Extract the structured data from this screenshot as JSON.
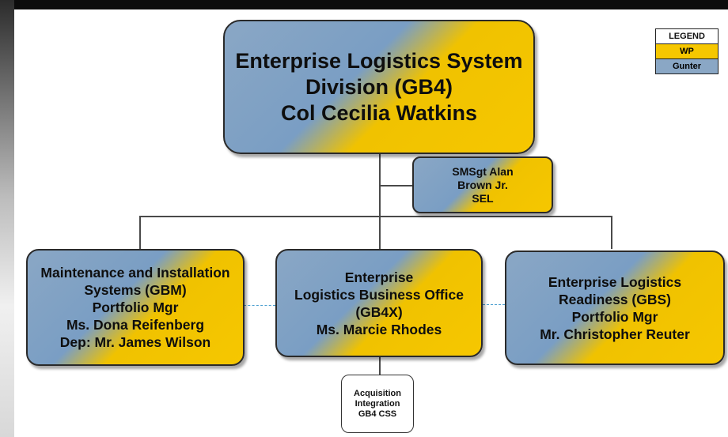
{
  "legend": {
    "title": "LEGEND",
    "items": [
      {
        "label": "WP",
        "color": "#f6c700"
      },
      {
        "label": "Gunter",
        "color": "#8aa7c5"
      }
    ]
  },
  "top": {
    "line1": "Enterprise Logistics System",
    "line2": "Division (GB4)",
    "line3": "Col Cecilia Watkins"
  },
  "sel": {
    "line1": "SMSgt Alan",
    "line2": "Brown Jr.",
    "line3": "SEL"
  },
  "left": {
    "line1": "Maintenance and Installation",
    "line2": "Systems (GBM)",
    "line3": "Portfolio Mgr",
    "line4": "Ms. Dona Reifenberg",
    "line5": "Dep: Mr. James Wilson"
  },
  "center": {
    "line1": "Enterprise",
    "line2": "Logistics Business Office",
    "line3": "(GB4X)",
    "line4": "Ms. Marcie Rhodes"
  },
  "right": {
    "line1": "Enterprise Logistics",
    "line2": "Readiness (GBS)",
    "line3": "Portfolio Mgr",
    "line4": "Mr. Christopher Reuter"
  },
  "acq": {
    "line1": "Acquisition",
    "line2": "Integration",
    "line3": "GB4 CSS"
  }
}
